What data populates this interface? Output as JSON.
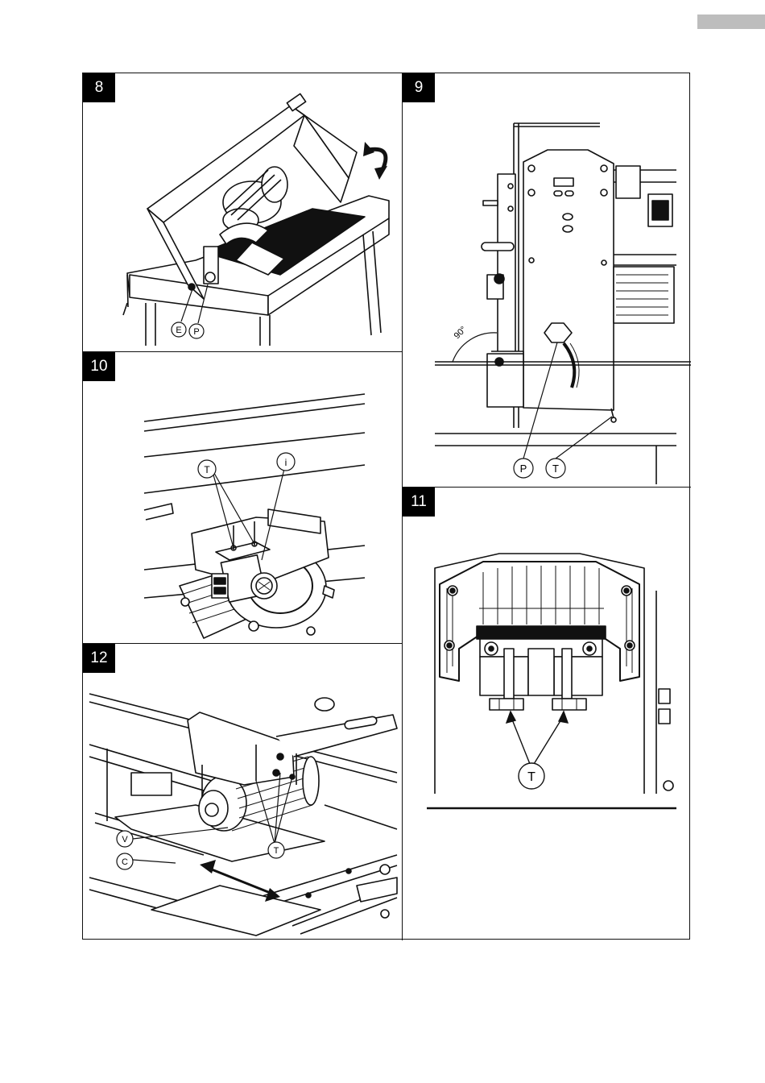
{
  "figures": [
    {
      "id": "fig8",
      "number": "8",
      "callouts": [
        "E",
        "P"
      ]
    },
    {
      "id": "fig9",
      "number": "9",
      "callouts": [
        "P",
        "T"
      ],
      "angle_label": "90°"
    },
    {
      "id": "fig10",
      "number": "10",
      "callouts": [
        "T",
        "i"
      ]
    },
    {
      "id": "fig11",
      "number": "11",
      "callouts": [
        "T"
      ]
    },
    {
      "id": "fig12",
      "number": "12",
      "callouts": [
        "V",
        "C",
        "T"
      ]
    }
  ]
}
